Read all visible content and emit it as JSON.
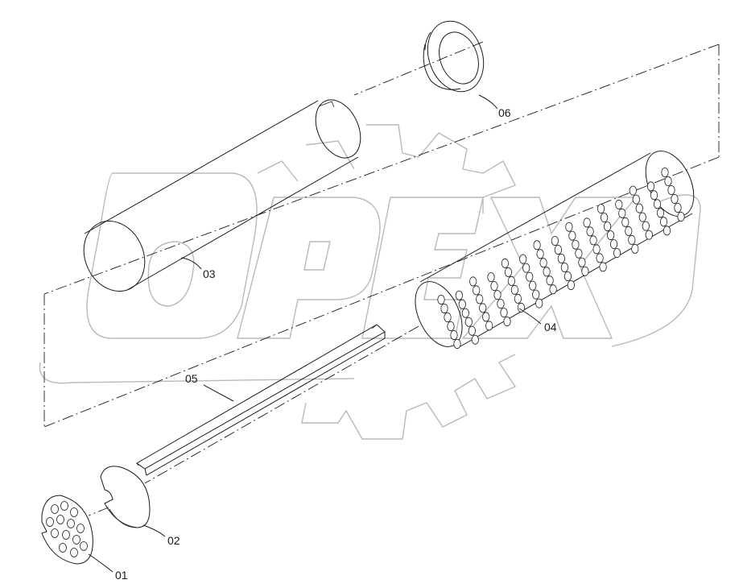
{
  "watermark": {
    "text": "OPEX",
    "color": "#b9b9b9"
  },
  "corner_mark": "",
  "parts": [
    {
      "id": "01",
      "label": "01",
      "name": "perforated-end-disc"
    },
    {
      "id": "02",
      "label": "02",
      "name": "slotted-end-disc"
    },
    {
      "id": "03",
      "label": "03",
      "name": "outer-tube"
    },
    {
      "id": "04",
      "label": "04",
      "name": "perforated-tube"
    },
    {
      "id": "05",
      "label": "05",
      "name": "key-strip"
    },
    {
      "id": "06",
      "label": "06",
      "name": "flange-bushing"
    }
  ]
}
